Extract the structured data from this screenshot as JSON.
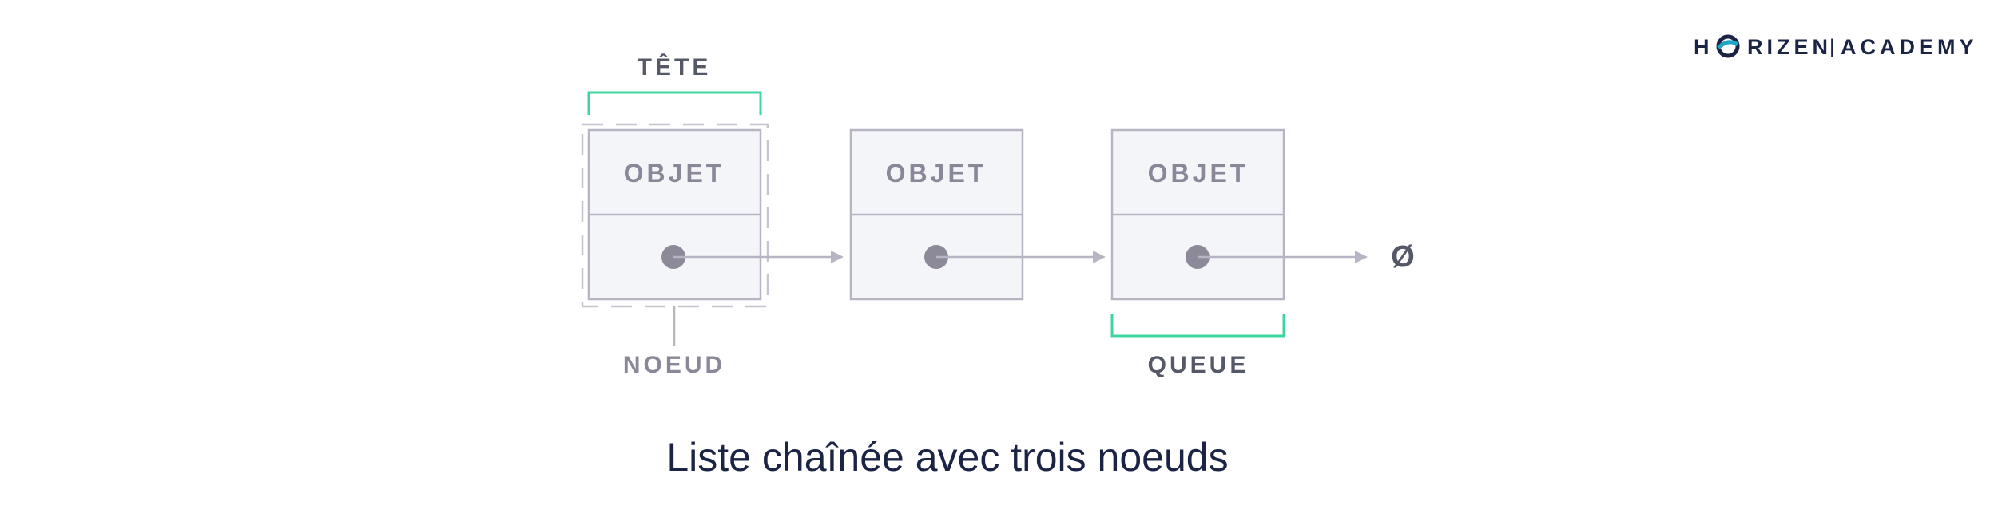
{
  "logo": {
    "brand_prefix": "H",
    "brand_suffix": "RIZEN",
    "divider": "|",
    "academy": "ACADEMY"
  },
  "diagram": {
    "head_label": "TÊTE",
    "node_label": "NOEUD",
    "tail_label": "QUEUE",
    "null_symbol": "Ø",
    "nodes": [
      {
        "object_label": "OBJET"
      },
      {
        "object_label": "OBJET"
      },
      {
        "object_label": "OBJET"
      }
    ]
  },
  "caption": "Liste chaînée avec trois noeuds",
  "colors": {
    "navy": "#1b2444",
    "teal_logo": "#1fa6c2",
    "green_bracket": "#3ed69c",
    "box_fill": "#f4f5f9",
    "box_stroke": "#b7b5c4",
    "text_gray": "#8a8898",
    "dot": "#8c8a98",
    "label_dark": "#555866"
  }
}
